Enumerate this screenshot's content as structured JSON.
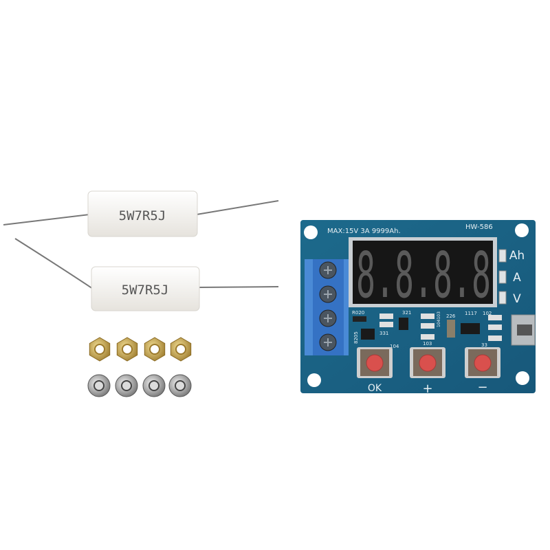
{
  "resistors": [
    {
      "label": "5W7R5J"
    },
    {
      "label": "5W7R5J"
    }
  ],
  "nuts": {
    "brass_count": 4,
    "silver_count": 4
  },
  "board": {
    "spec": "MAX:15V 3A 9999Ah.",
    "model": "HW-586",
    "display_digits": "8.8.8.8",
    "indicators": [
      "Ah",
      "A",
      "V"
    ],
    "buttons": [
      "OK",
      "+",
      "−"
    ],
    "components": [
      "R020",
      "321",
      "331",
      "8205",
      "104",
      "103",
      "104103",
      "226",
      "1117",
      "102",
      "33"
    ]
  },
  "colors": {
    "pcb": "#1f6f8f",
    "terminal": "#3b7fd0",
    "button_cap": "#d9504d",
    "ceramic": "#f4f2ee",
    "brass": "#c9a650"
  }
}
